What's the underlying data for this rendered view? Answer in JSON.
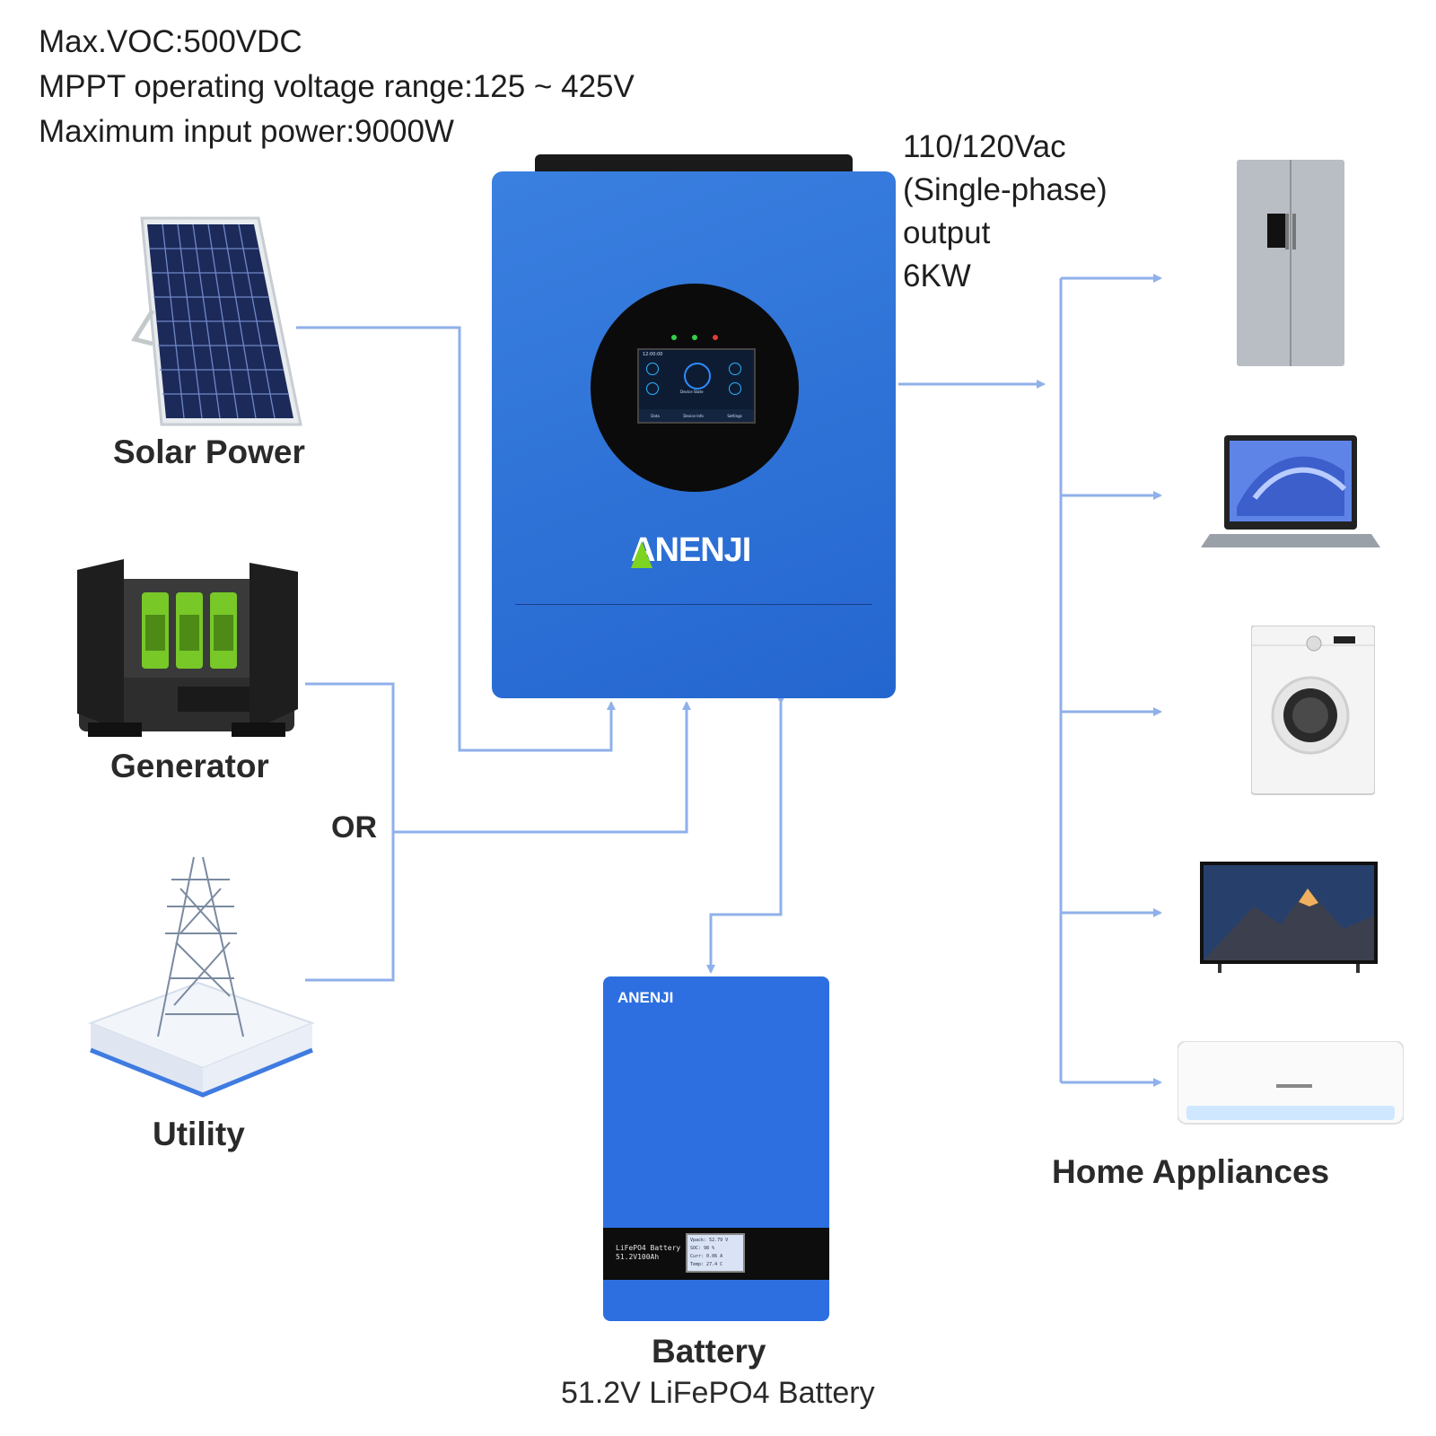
{
  "specs": {
    "line1": "Max.VOC:500VDC",
    "line2": "MPPT operating voltage range:125 ~ 425V",
    "line3": "Maximum input power:9000W"
  },
  "output": {
    "line1": "110/120Vac",
    "line2": "(Single-phase)",
    "line3": "output",
    "line4": "6KW"
  },
  "inputs": {
    "solar": "Solar Power",
    "generator": "Generator",
    "or": "OR",
    "utility": "Utility"
  },
  "inverter": {
    "brand": "ANENJI",
    "screen": {
      "time": "12:00:00",
      "center": "Device State",
      "tabs": [
        "Data",
        "Device Info",
        "Settings"
      ]
    }
  },
  "battery": {
    "brand": "ANENJI",
    "panel_line1": "LiFePO4 Battery",
    "panel_line2": "51.2V100Ah",
    "lcd": [
      "Vpack: 52.79 V",
      "SOC:   98  %",
      "Curr:  0.06 A",
      "Temp:  27.4 C"
    ],
    "title": "Battery",
    "subtitle": "51.2V LiFePO4 Battery"
  },
  "appliances": {
    "title": "Home Appliances",
    "items": [
      "refrigerator",
      "laptop",
      "washing-machine",
      "television",
      "air-conditioner"
    ]
  },
  "colors": {
    "wire": "#8fb0ea",
    "inverter_blue": "#2a6fd6",
    "battery_blue": "#2d6fe0",
    "brand_green": "#7ed321"
  }
}
